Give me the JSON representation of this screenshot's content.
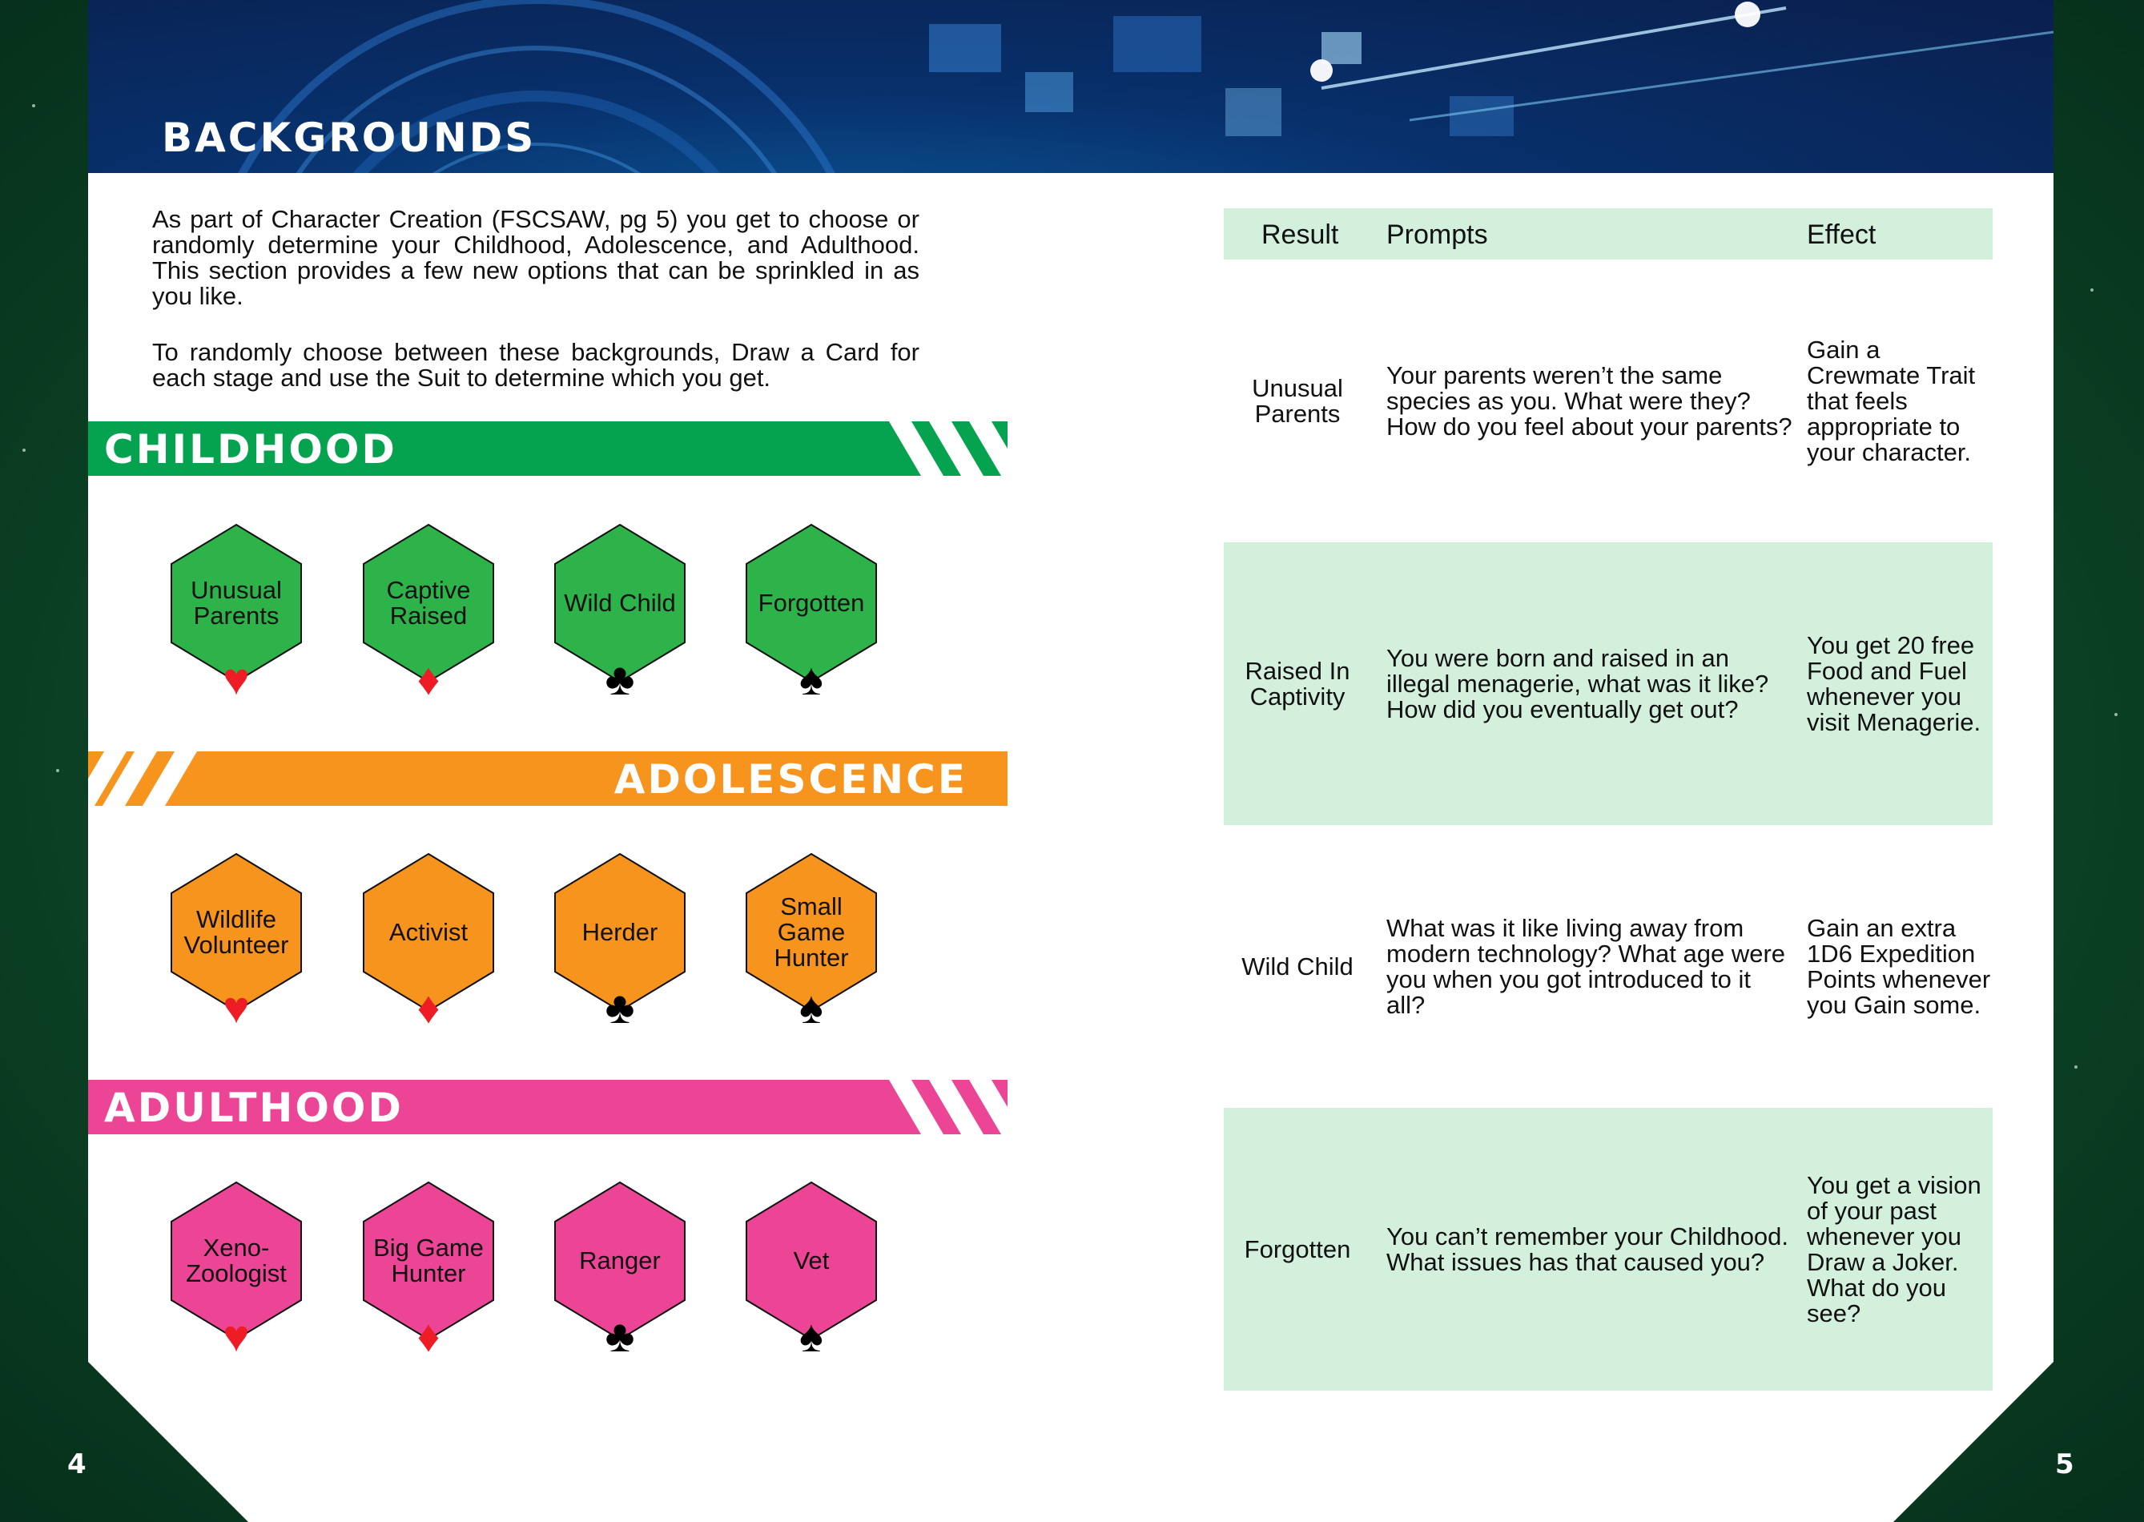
{
  "page": {
    "title": "BACKGROUNDS",
    "intro_p1": "As part of Character Creation (FSCSAW, pg 5) you get to choose or randomly determine your Childhood, Adolescence, and Adulthood. This section provides a few new options that can be sprinkled in as you like.",
    "intro_p2": "To randomly choose between these backgrounds, Draw a Card for each stage and use the Suit to determine which you get.",
    "left_page_number": "4",
    "right_page_number": "5"
  },
  "colors": {
    "childhood": "#05a24f",
    "adolescence": "#f7941d",
    "adulthood": "#ec4595",
    "childhood_hex": "#2db34a",
    "adolescence_hex": "#f7941d",
    "adulthood_hex": "#ec4595",
    "table_shade": "#d3f0dc"
  },
  "sections": {
    "childhood": {
      "label": "CHILDHOOD",
      "items": [
        {
          "label": "Unusual Parents",
          "suit": "♥"
        },
        {
          "label": "Captive Raised",
          "suit": "♦"
        },
        {
          "label": "Wild Child",
          "suit": "♣"
        },
        {
          "label": "Forgotten",
          "suit": "♠"
        }
      ]
    },
    "adolescence": {
      "label": "ADOLESCENCE",
      "items": [
        {
          "label": "Wildlife Volunteer",
          "suit": "♥"
        },
        {
          "label": "Activist",
          "suit": "♦"
        },
        {
          "label": "Herder",
          "suit": "♣"
        },
        {
          "label": "Small Game Hunter",
          "suit": "♠"
        }
      ]
    },
    "adulthood": {
      "label": "ADULTHOOD",
      "items": [
        {
          "label": "Xeno-Zoologist",
          "suit": "♥"
        },
        {
          "label": "Big Game Hunter",
          "suit": "♦"
        },
        {
          "label": "Ranger",
          "suit": "♣"
        },
        {
          "label": "Vet",
          "suit": "♠"
        }
      ]
    }
  },
  "table": {
    "headers": {
      "result": "Result",
      "prompts": "Prompts",
      "effect": "Effect"
    },
    "rows": [
      {
        "result": "Unusual Parents",
        "prompts": "Your parents weren’t the same species as you. What were they? How do you feel about your parents?",
        "effect": "Gain a Crewmate Trait that feels appropriate to your character."
      },
      {
        "result": "Raised In Captivity",
        "prompts": "You were born and raised in an illegal menagerie, what was it like? How did you eventually get out?",
        "effect": "You get 20 free Food and Fuel whenever you visit Menagerie."
      },
      {
        "result": "Wild Child",
        "prompts": "What was it like living away from modern technology? What age were you when you got introduced to it all?",
        "effect": "Gain an extra 1D6 Expedition Points whenever you Gain some."
      },
      {
        "result": "Forgotten",
        "prompts": "You can’t remember your Childhood. What issues has that caused you?",
        "effect": "You get a vision of your past whenever you Draw a Joker. What do you see?"
      }
    ]
  }
}
